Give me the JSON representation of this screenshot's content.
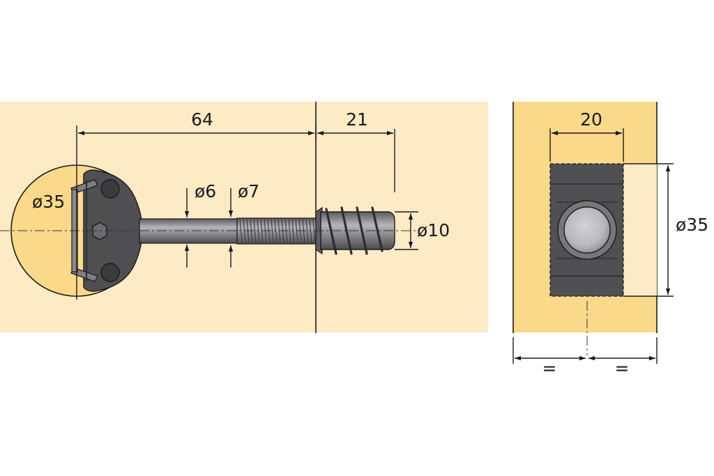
{
  "colors": {
    "wood_light": "#fdebc6",
    "wood_dark": "#fbd98a",
    "metal_dark": "#4f4f52",
    "metal_mid": "#8a8a8e",
    "metal_light": "#c4c4c6",
    "line": "#1a1a1a"
  },
  "dimensions": {
    "length_64": "64",
    "length_21": "21",
    "dia_35_side": "ø35",
    "dia_6": "ø6",
    "dia_7": "ø7",
    "dia_10": "ø10",
    "width_20": "20",
    "dia_35_front": "ø35",
    "equal_left": "=",
    "equal_right": "="
  }
}
